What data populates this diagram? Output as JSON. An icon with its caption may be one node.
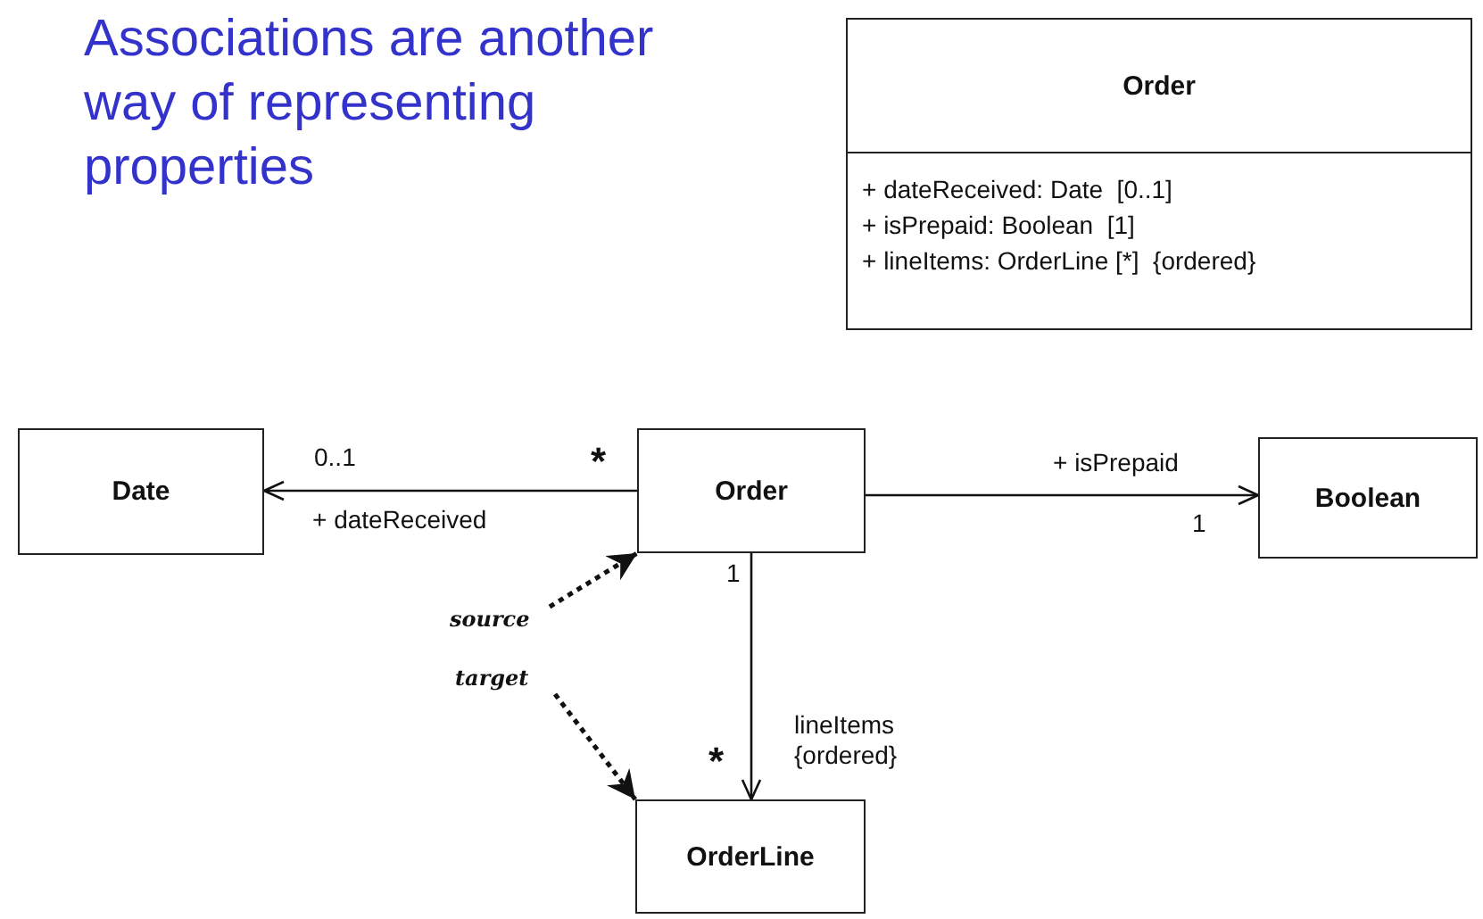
{
  "diagram": {
    "title": "Associations are another way of representing properties",
    "nodes": [
      {
        "text": [
          "Order",
          "+ dateReceived: Date  [0..1]",
          "+ isPrepaid: Boolean  [1]",
          "+ lineItems: OrderLine [*]  {ordered}"
        ]
      },
      {
        "text": [
          "Date"
        ]
      },
      {
        "text": [
          "Order"
        ]
      },
      {
        "text": [
          "Boolean"
        ]
      },
      {
        "text": [
          "OrderLine"
        ]
      },
      {
        "text": [
          "source"
        ]
      },
      {
        "text": [
          "target"
        ]
      }
    ],
    "edges": [
      {
        "from": 2,
        "to": 1,
        "arrow": "to",
        "label": "+ dateReceived"
      },
      {
        "from": 2,
        "to": 3,
        "arrow": "to",
        "label": "+ isPrepaid"
      },
      {
        "from": 2,
        "to": 4,
        "arrow": "to",
        "label": "lineItems {ordered}"
      },
      {
        "from": 5,
        "to": 2,
        "arrow": "to",
        "style": "dashed"
      },
      {
        "from": 6,
        "to": 4,
        "arrow": "to",
        "style": "dashed"
      }
    ],
    "labels": [
      "0..1",
      "*",
      "1",
      "1",
      "*"
    ]
  }
}
